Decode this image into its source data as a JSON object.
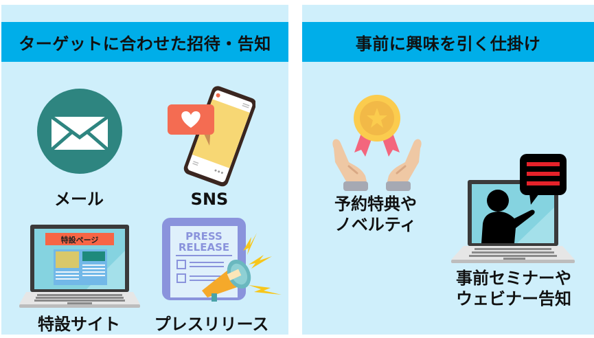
{
  "left_panel": {
    "title": "ターゲットに合わせた招待・告知",
    "items": [
      {
        "label": "メール",
        "icon": "mail-icon"
      },
      {
        "label": "SNS",
        "icon": "smartphone-like-icon"
      },
      {
        "label": "特設サイト",
        "icon": "laptop-special-page-icon",
        "screen_banner": "特設ページ"
      },
      {
        "label": "プレスリリース",
        "icon": "press-release-megaphone-icon",
        "doc_title_line1": "PRESS",
        "doc_title_line2": "RELEASE"
      }
    ]
  },
  "right_panel": {
    "title": "事前に興味を引く仕掛け",
    "items": [
      {
        "label_line1": "予約特典や",
        "label_line2": "ノベルティ",
        "icon": "medal-hands-icon"
      },
      {
        "label_line1": "事前セミナーや",
        "label_line2": "ウェビナー告知",
        "icon": "webinar-laptop-icon"
      }
    ]
  },
  "colors": {
    "panel_bg": "#cfeffb",
    "header_bg": "#00aee9",
    "mail_teal": "#2e8580",
    "banner_red": "#f76545",
    "press_purple": "#8a93dc"
  }
}
